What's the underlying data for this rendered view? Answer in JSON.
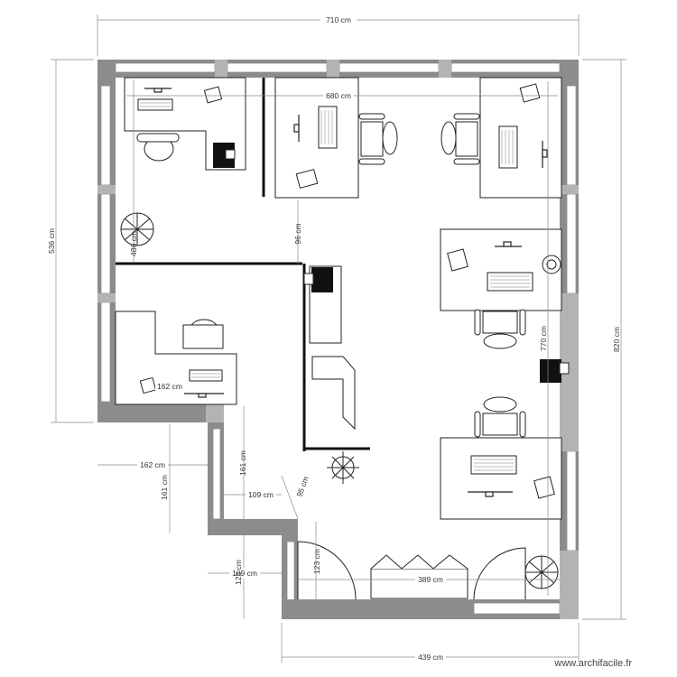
{
  "dimensions": {
    "top_width": "710 cm",
    "inner_width": "680 cm",
    "left_height": "536 cm",
    "right_height": "820 cm",
    "right_inner_height": "770 cm",
    "room_left_height": "486 cm",
    "partition_gap": "96 cm",
    "left_room_bottom": "162 cm",
    "step_width_a": "162 cm",
    "step_height_a": "161 cm",
    "step_height_b": "161 cm",
    "step_width_b": "109 cm",
    "diag": "95 cm",
    "entry_width": "109 cm",
    "entry_height_a": "123 cm",
    "entry_height_b": "123 cm",
    "bench_width": "389 cm",
    "bottom_width": "439 cm"
  },
  "watermark": "www.archifacile.fr"
}
